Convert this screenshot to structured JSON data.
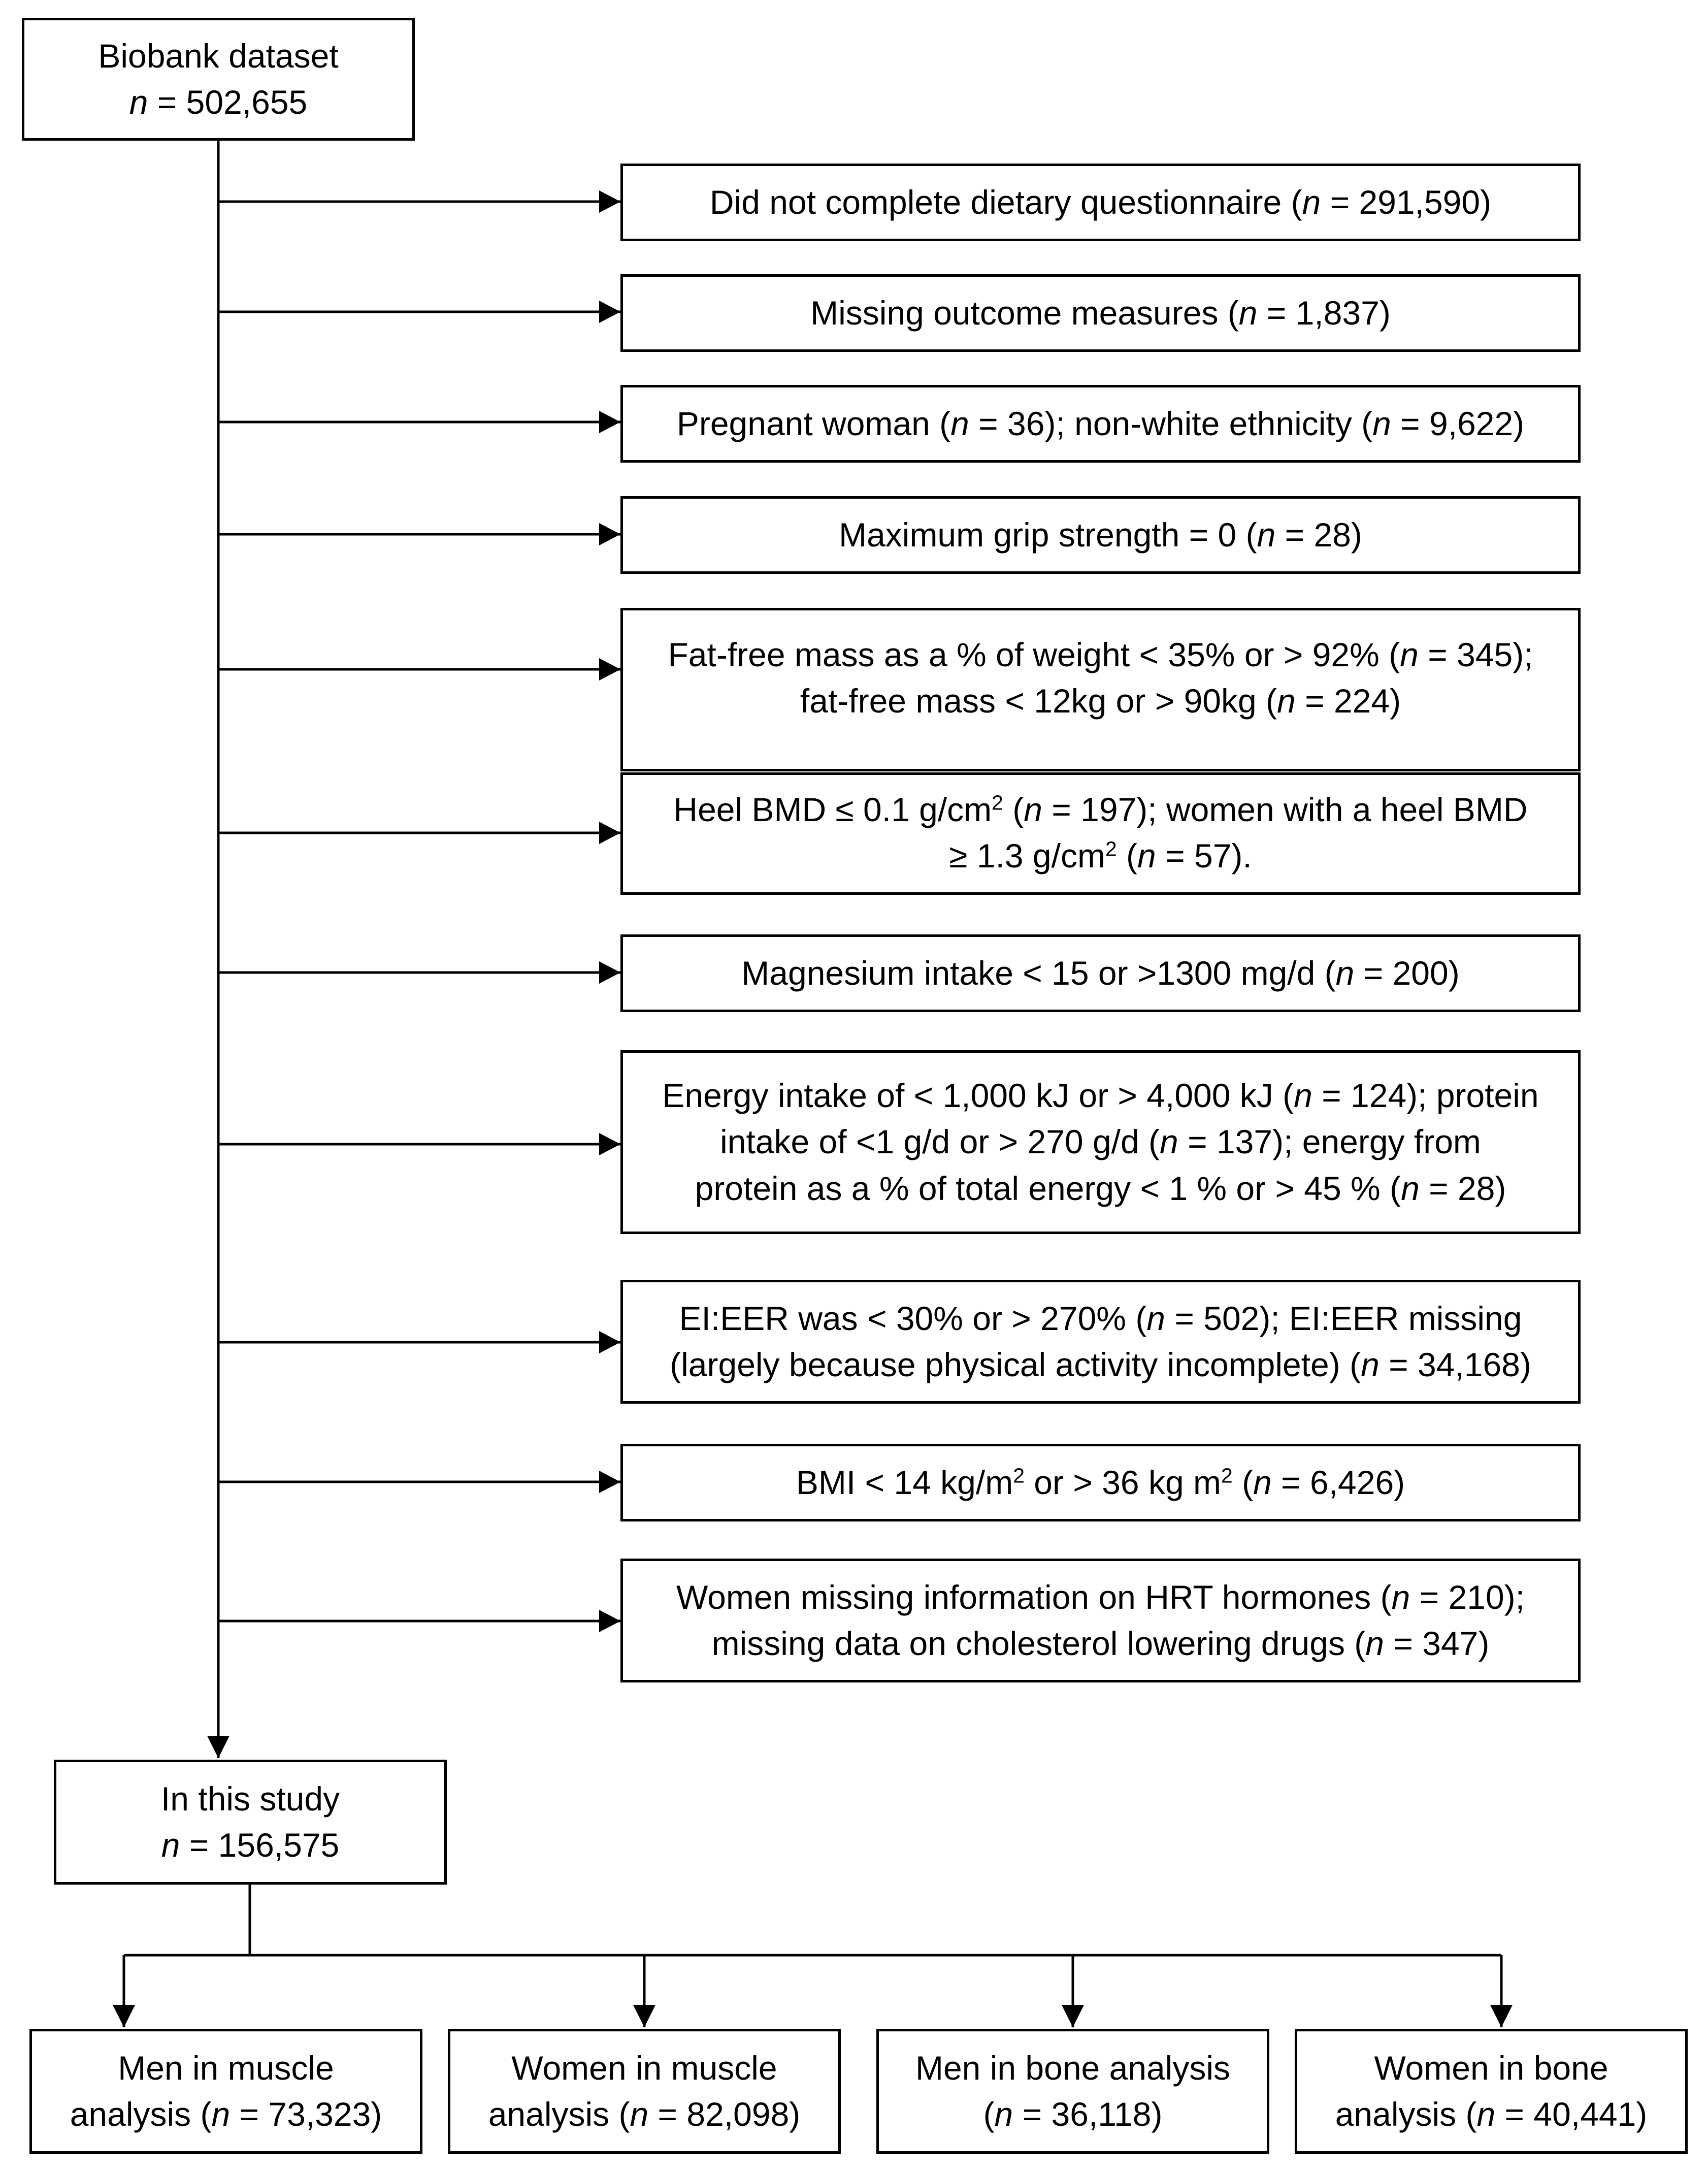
{
  "diagram": {
    "start": {
      "title": "Biobank dataset",
      "count": "n = 502,655"
    },
    "exclusions": [
      {
        "lines": [
          "Did not complete dietary questionnaire (n = 291,590)"
        ]
      },
      {
        "lines": [
          "Missing outcome measures (n = 1,837)"
        ]
      },
      {
        "lines": [
          "Pregnant woman (n = 36); non-white ethnicity (n = 9,622)"
        ]
      },
      {
        "lines": [
          "Maximum grip strength = 0 (n = 28)"
        ]
      },
      {
        "lines": [
          "Fat-free mass as a % of weight < 35% or > 92% (n = 345);",
          "fat-free mass < 12kg or > 90kg (n = 224)"
        ]
      },
      {
        "lines": [
          "Heel BMD  ≤ 0.1 g/cm² (n = 197); women with a heel BMD",
          "≥ 1.3 g/cm² (n = 57)."
        ]
      },
      {
        "lines": [
          "Magnesium intake < 15 or >1300 mg/d (n = 200)"
        ]
      },
      {
        "lines": [
          "Energy intake of < 1,000 kJ or > 4,000 kJ (n = 124); protein",
          "intake of <1 g/d or > 270 g/d (n = 137); energy from",
          "protein as a % of total energy < 1 % or > 45 % (n = 28)"
        ]
      },
      {
        "lines": [
          "EI:EER was < 30% or > 270% (n = 502); EI:EER missing",
          "(largely because physical activity incomplete) (n = 34,168)"
        ]
      },
      {
        "lines": [
          "BMI < 14 kg/m² or > 36 kg m² (n = 6,426)"
        ]
      },
      {
        "lines": [
          "Women missing information on HRT hormones (n = 210);",
          "missing data on cholesterol lowering drugs (n = 347)"
        ]
      }
    ],
    "study": {
      "title": "In this study",
      "count": "n = 156,575"
    },
    "groups": [
      {
        "lines": [
          "Men in muscle",
          "analysis (n = 73,323)"
        ]
      },
      {
        "lines": [
          "Women in muscle",
          "analysis (n = 82,098)"
        ]
      },
      {
        "lines": [
          "Men in bone analysis",
          "(n = 36,118)"
        ]
      },
      {
        "lines": [
          "Women in bone",
          "analysis (n = 40,441)"
        ]
      }
    ]
  }
}
